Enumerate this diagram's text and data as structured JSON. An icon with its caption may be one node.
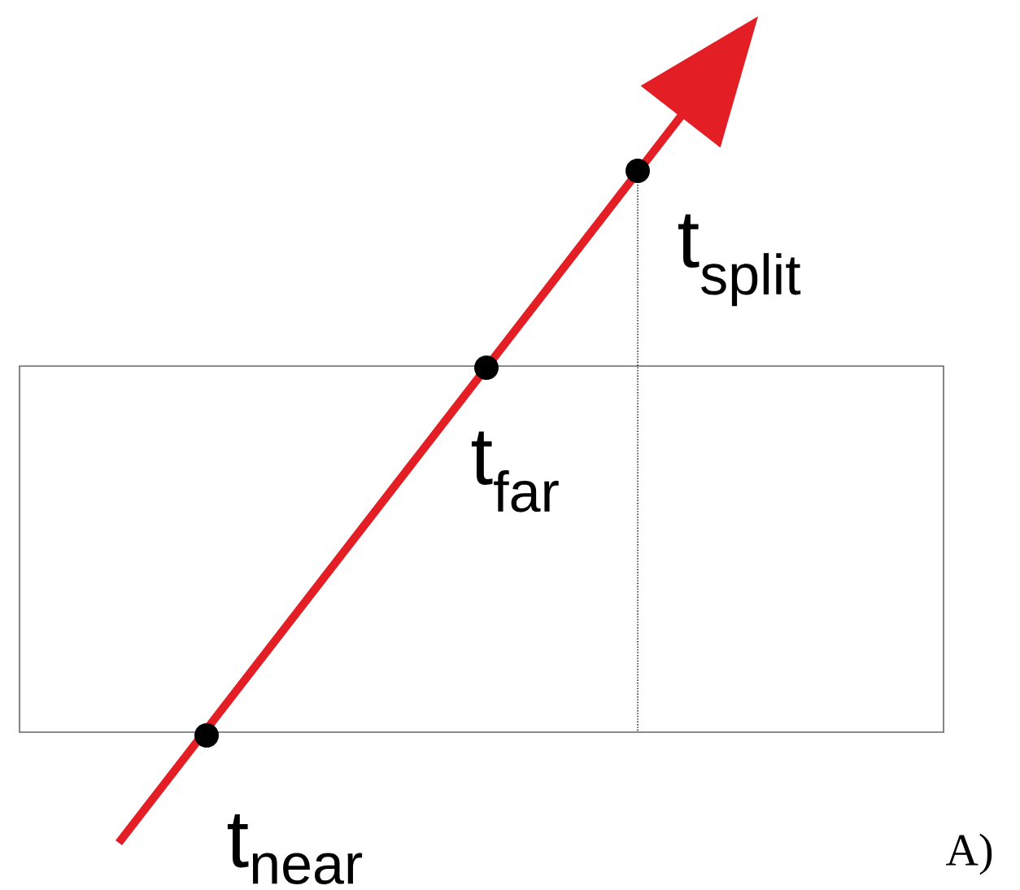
{
  "diagram": {
    "labels": [
      "t$_{split}$",
      "t$_{far}$",
      "t$_{near}$",
      "A)"
    ]
  }
}
